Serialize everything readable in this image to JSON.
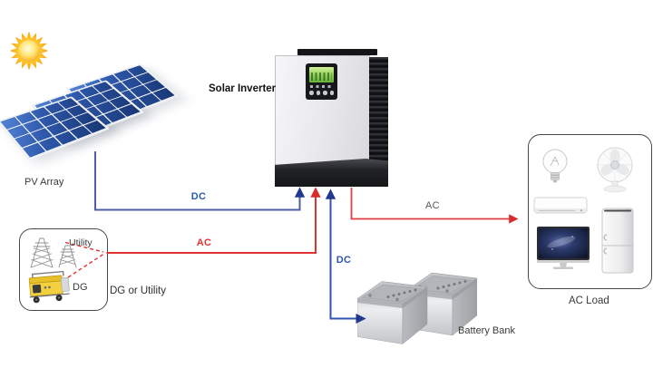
{
  "diagram": {
    "nodes": {
      "sun": {
        "icon": "sun-icon"
      },
      "pv_array": {
        "label": "PV Array",
        "icon": "solar-panel-icon"
      },
      "solar_inverter": {
        "label": "Solar Inverter",
        "icon": "inverter-icon"
      },
      "utility_dg": {
        "utility_label": "Utility",
        "dg_label": "DG",
        "caption": "DG or Utility",
        "icons": [
          "transmission-tower-icon",
          "diesel-generator-icon"
        ]
      },
      "battery_bank": {
        "label": "Battery Bank",
        "icon": "battery-icon"
      },
      "ac_load": {
        "label": "AC Load",
        "icons": [
          "light-bulb-icon",
          "fan-icon",
          "air-conditioner-icon",
          "refrigerator-icon",
          "monitor-icon"
        ]
      }
    },
    "connections": [
      {
        "from": "pv_array",
        "to": "solar_inverter",
        "label": "DC",
        "color": "#4e5fa4",
        "style": "solid"
      },
      {
        "from": "utility_dg",
        "to": "solar_inverter",
        "label": "AC",
        "color": "#e23333",
        "style": "solid"
      },
      {
        "from": "solar_inverter",
        "to": "battery_bank",
        "label": "DC",
        "color": "#2f55b0",
        "style": "solid",
        "bidirectional": true
      },
      {
        "from": "solar_inverter",
        "to": "ac_load",
        "label": "AC",
        "color": "#e14040",
        "label_color": "#58595b",
        "style": "solid"
      }
    ],
    "colors": {
      "dc_blue": "#2c55ae",
      "ac_red": "#e23333",
      "ac_label_gray": "#58595b",
      "panel_blue": "#2c55a8",
      "sun_yellow": "#f7b32b",
      "generator_yellow": "#f3d03e"
    }
  }
}
